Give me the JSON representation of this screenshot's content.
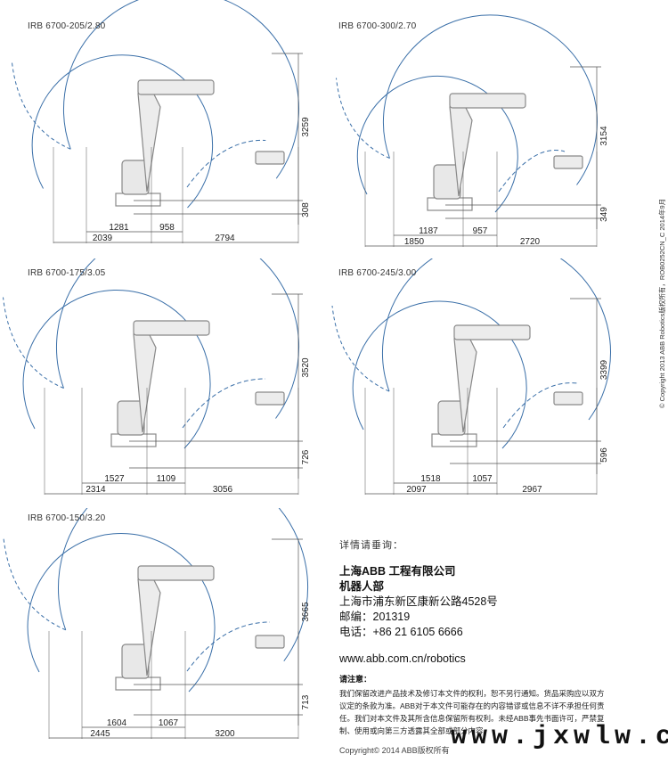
{
  "panels": [
    {
      "title": "IRB 6700-205/2.80",
      "height": "3259",
      "base": "308",
      "reach_inner": "1281",
      "reach_mid": "958",
      "reach_left": "2039",
      "reach_right": "2794"
    },
    {
      "title": "IRB 6700-300/2.70",
      "height": "3154",
      "base": "349",
      "reach_inner": "1187",
      "reach_mid": "957",
      "reach_left": "1850",
      "reach_right": "2720"
    },
    {
      "title": "IRB 6700-175/3.05",
      "height": "3520",
      "base": "726",
      "reach_inner": "1527",
      "reach_mid": "1109",
      "reach_left": "2314",
      "reach_right": "3056"
    },
    {
      "title": "IRB 6700-245/3.00",
      "height": "3399",
      "base": "596",
      "reach_inner": "1518",
      "reach_mid": "1057",
      "reach_left": "2097",
      "reach_right": "2967"
    },
    {
      "title": "IRB 6700-150/3.20",
      "height": "3665",
      "base": "713",
      "reach_inner": "1604",
      "reach_mid": "1067",
      "reach_left": "2445",
      "reach_right": "3200"
    }
  ],
  "contact": {
    "intro": "详情请垂询：",
    "company": "上海ABB 工程有限公司",
    "division": "机器人部",
    "address": "上海市浦东新区康新公路4528号",
    "postcode": "邮编：201319",
    "phone": "电话：+86 21 6105 6666",
    "url": "www.abb.com.cn/robotics"
  },
  "notice": {
    "title": "请注意：",
    "line1": "我们保留改进产品技术及修订本文件的权利，恕不另行通知。货品采购应以双方",
    "line2": "议定的条款为准。ABB对于本文件可能存在的内容错谬或信息不详不承担任何责",
    "line3": "任。我们对本文件及其所含信息保留所有权利。未经ABB事先书面许可，严禁复",
    "line4": "制、使用或向第三方透露其全部或部分内容。"
  },
  "footer_copyright": "Copyright© 2014 ABB版权所有",
  "side_copyright": "© Copyright 2013 ABB Robotics版权所有，ROB0252CN_C 2014年9月",
  "watermark": "www.jxwlw.cn",
  "colors": {
    "envelope": "#3a6fa8",
    "dimension": "#555555",
    "robot": "#888888"
  }
}
